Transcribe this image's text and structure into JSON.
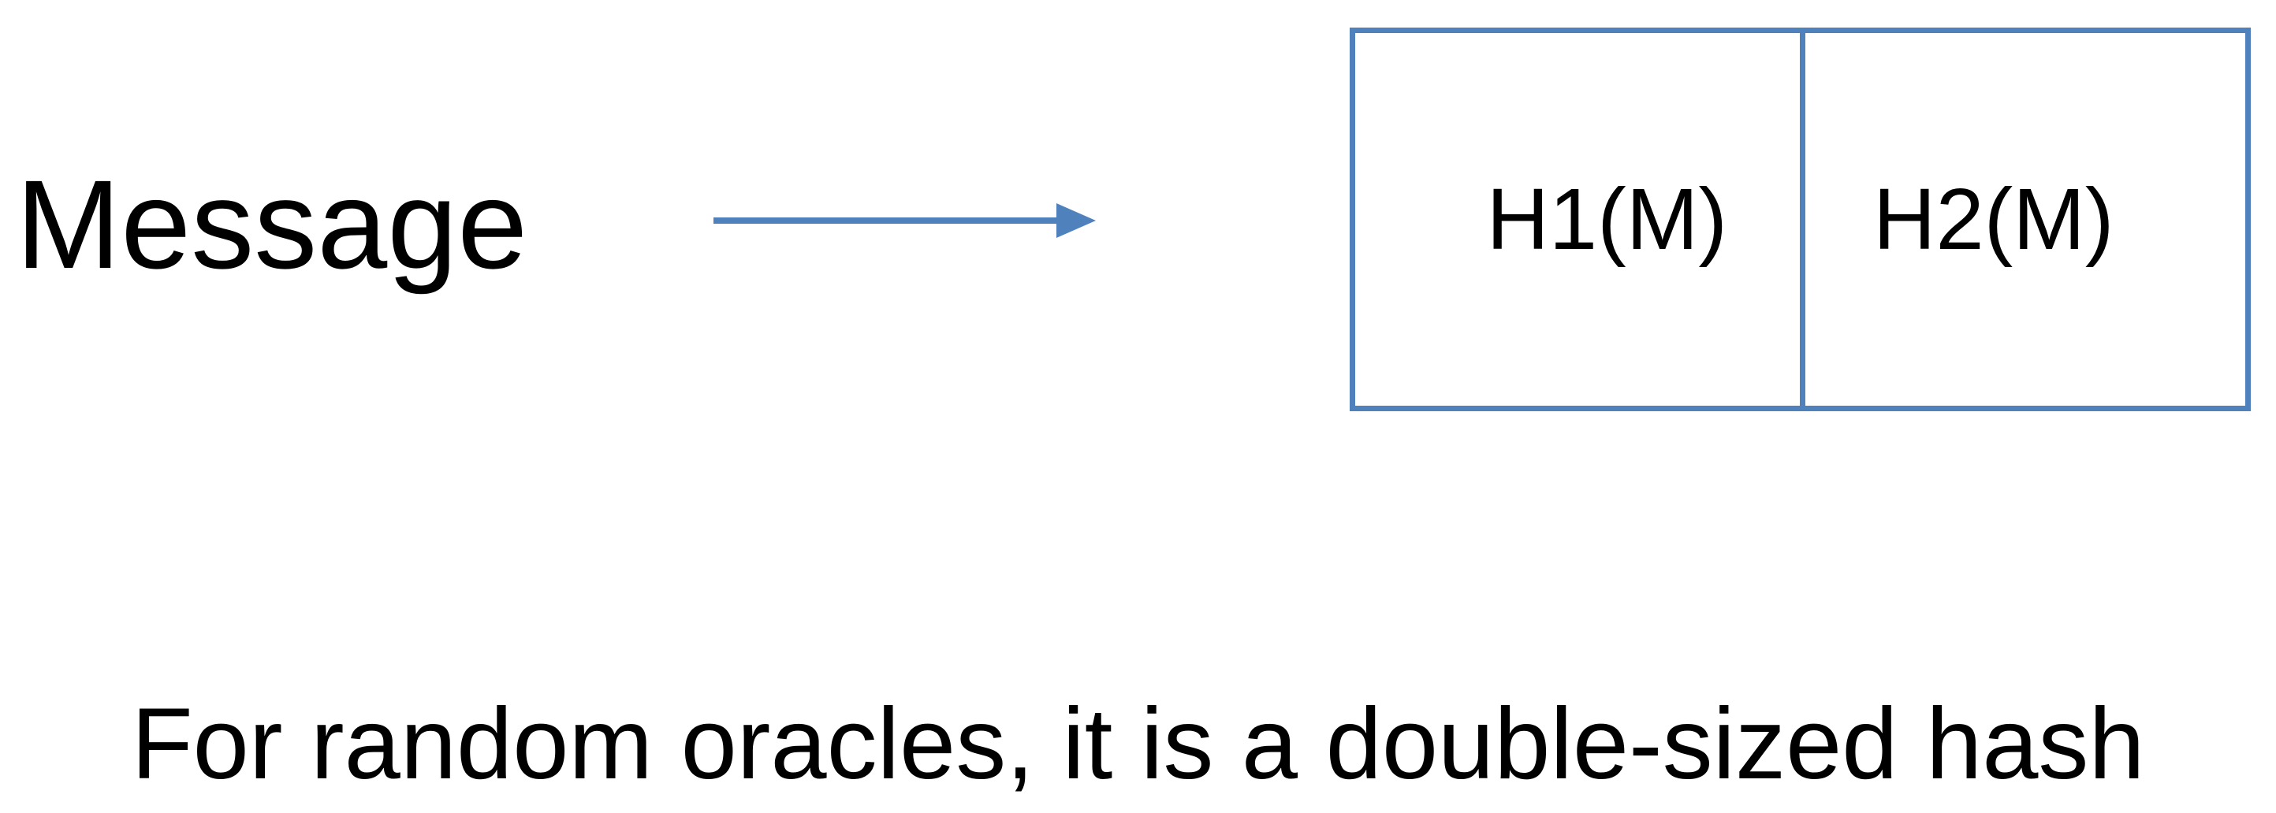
{
  "diagram": {
    "input_label": "Message",
    "output_cells": [
      {
        "label": "H1(M)"
      },
      {
        "label": "H2(M)"
      }
    ],
    "caption": "For random oracles, it is a double-sized hash",
    "colors": {
      "arrow": "#4f81bd",
      "box_border": "#4f81bd",
      "text": "#000000",
      "background": "#ffffff"
    }
  }
}
